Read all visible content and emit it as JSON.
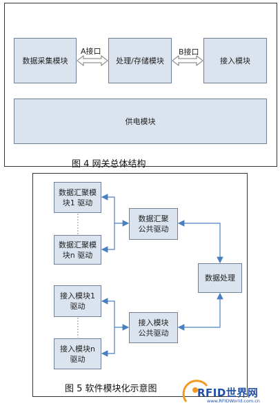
{
  "figure4": {
    "caption": "图 4  网关总体结构",
    "modules": {
      "acquisition": "数据采集模块",
      "storage": "处理/存储模块",
      "access": "接入模块",
      "power": "供电模块"
    },
    "interfaces": {
      "a": "A接口",
      "b": "B接口"
    }
  },
  "figure5": {
    "caption": "图  5    软件模块化示意图",
    "nodes": {
      "agg1": [
        "数据汇聚模",
        "块1 驱动"
      ],
      "aggn": [
        "数据汇聚模",
        "块n 驱动"
      ],
      "agg_common": [
        "数据汇聚",
        "公共驱动"
      ],
      "data_proc": "数据处理",
      "acc1": [
        "接入模块1",
        "驱动"
      ],
      "accn": [
        "接入模块n",
        "驱动"
      ],
      "acc_common": [
        "接入模块",
        "公共驱动"
      ]
    }
  },
  "watermark": {
    "logo": "RFID世界网",
    "url": "www.RFIDWorld.com.cn"
  },
  "colors": {
    "box_fill": "#dbe3ee",
    "box_border": "#6e7f96",
    "arrow": "#4a7fbf",
    "logo_orange": "#f29a1f",
    "logo_blue": "#1f4fa8"
  }
}
